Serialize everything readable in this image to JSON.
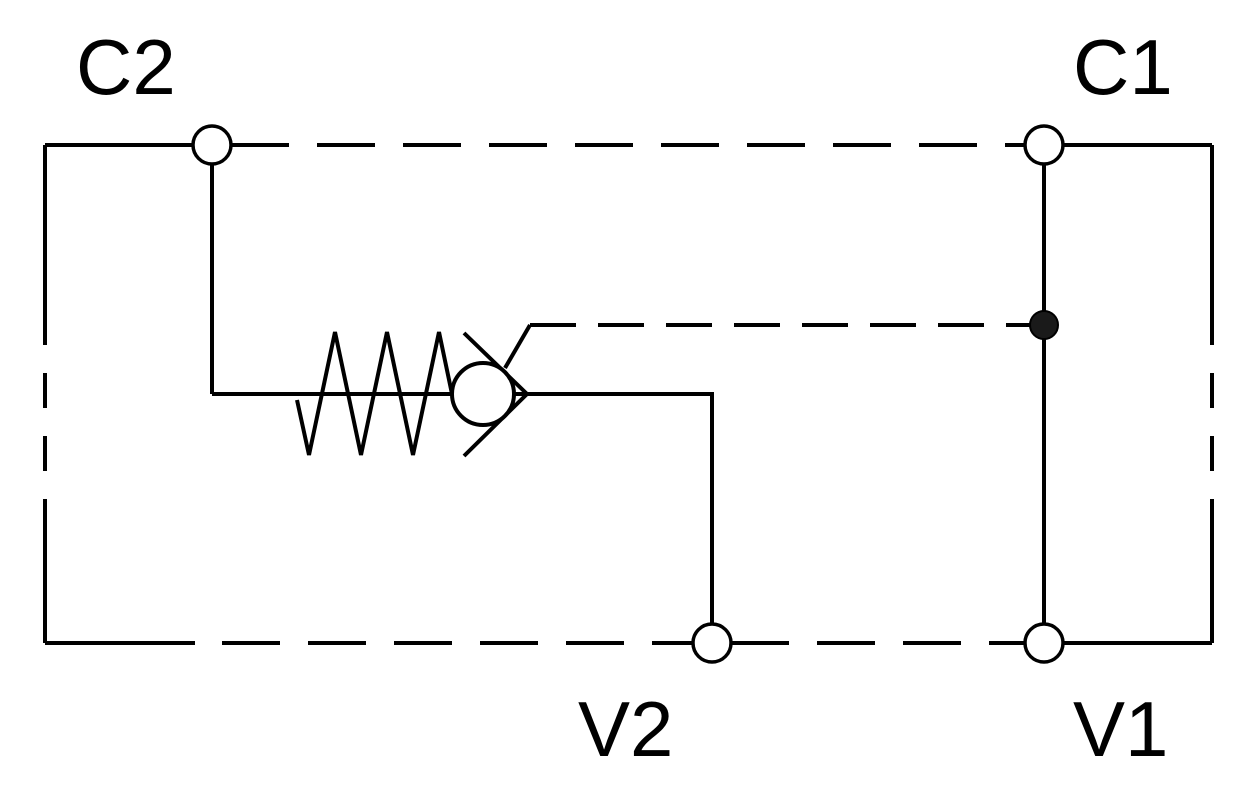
{
  "ports": {
    "c2": "C2",
    "c1": "C1",
    "v2": "V2",
    "v1": "V1"
  },
  "colors": {
    "line": "#000000",
    "background": "#ffffff"
  }
}
